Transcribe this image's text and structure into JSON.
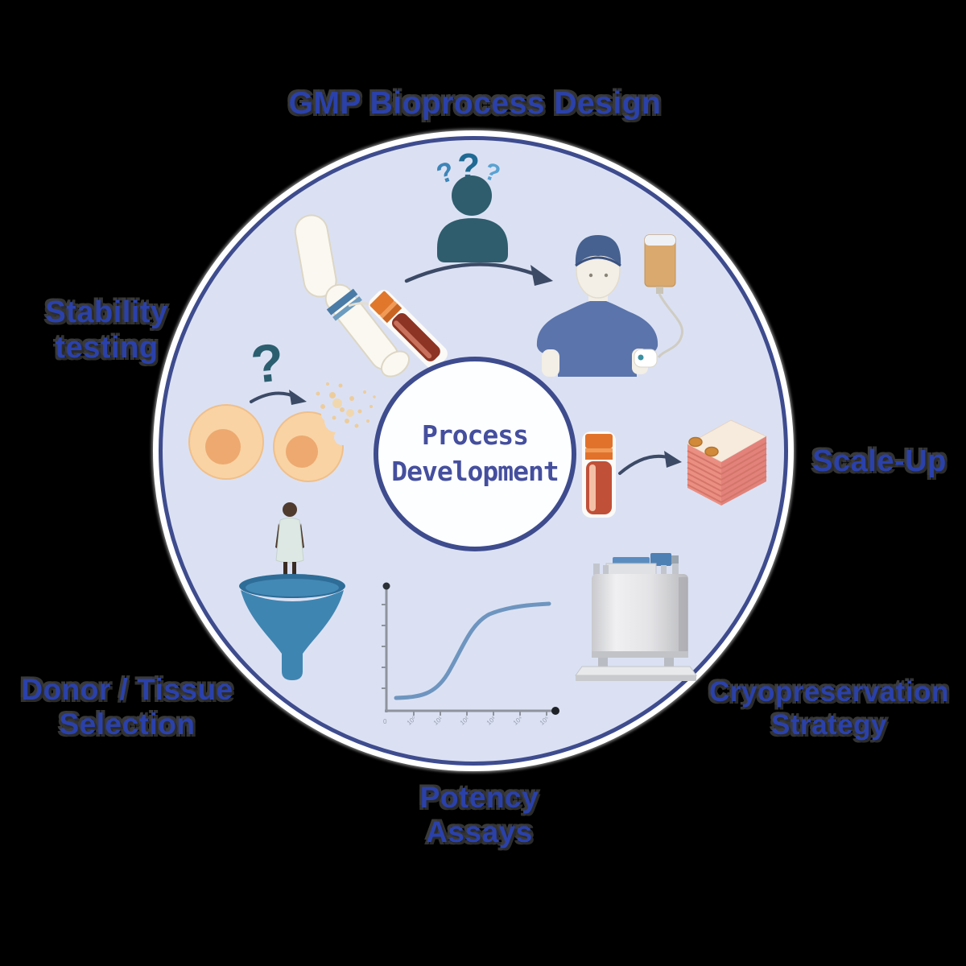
{
  "page": {
    "background_color": "#000000"
  },
  "colors": {
    "label_text": "#2a41ab",
    "label_shadow": "#333333",
    "cycle_fill": "#dbe1f3",
    "cycle_border": "#3e4c8e",
    "center_text": "#454f9e",
    "arrow": "#3c4a66",
    "question_teal": "#2b5f70",
    "funnel_blue": "#3f85b2",
    "curve_blue": "#6e95bf",
    "cell_body": "#f9d3a3",
    "cell_nucleus": "#eda970",
    "vial_cap_orange": "#e1722c",
    "blood_red": "#8e3424",
    "flask_pink": "#ea8f82",
    "scrub_blue": "#5b74ab",
    "person_teal": "#2f5d6d"
  },
  "center": {
    "line1": "Process",
    "line2": "Development"
  },
  "labels": {
    "gmp": "GMP Bioprocess Design",
    "stability_line1": "Stability",
    "stability_line2": "testing",
    "scale_up": "Scale-Up",
    "cryo_line1": "Cryopreservation",
    "cryo_line2": "Strategy",
    "potency_line1": "Potency",
    "potency_line2": "Assays",
    "donor_line1": "Donor / Tissue",
    "donor_line2": "Selection"
  },
  "icons": {
    "question_marks": [
      "?",
      "?",
      "?"
    ],
    "single_question_mark": "?"
  },
  "chart_data": {
    "type": "line",
    "title": "",
    "xlabel": "",
    "ylabel": "",
    "x_origin_label": "0",
    "x_tick_labels": [
      "10⁰",
      "10¹",
      "10²",
      "10³",
      "10⁴",
      "10⁵"
    ],
    "x": [
      0,
      1,
      2,
      3,
      4,
      5,
      6
    ],
    "y": [
      4,
      5,
      12,
      45,
      80,
      93,
      96
    ],
    "ylim": [
      0,
      100
    ],
    "grid": false,
    "legend": false,
    "description": "sigmoid dose-response potency curve"
  }
}
